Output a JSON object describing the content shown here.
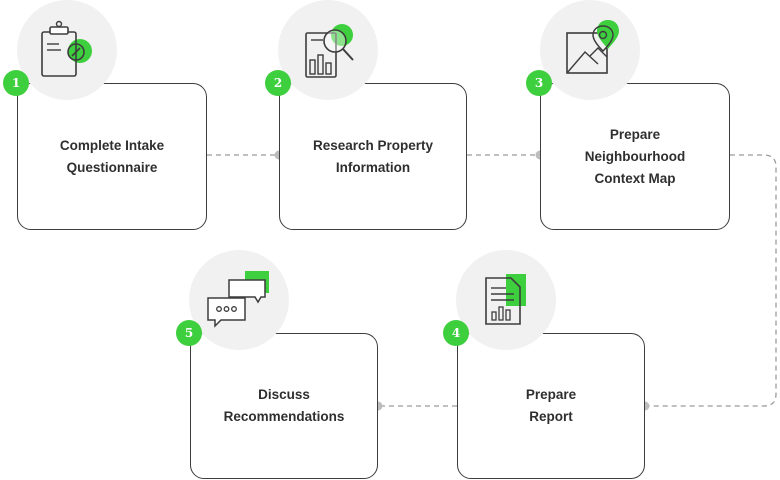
{
  "steps": [
    {
      "number": "1",
      "lines": [
        "Complete Intake",
        "Questionnaire"
      ],
      "icon": "clipboard-check-icon"
    },
    {
      "number": "2",
      "lines": [
        "Research Property",
        "Information"
      ],
      "icon": "chart-magnifier-icon"
    },
    {
      "number": "3",
      "lines": [
        "Prepare",
        "Neighbourhood",
        "Context Map"
      ],
      "icon": "map-pin-icon"
    },
    {
      "number": "4",
      "lines": [
        "Prepare",
        "Report"
      ],
      "icon": "report-document-icon"
    },
    {
      "number": "5",
      "lines": [
        "Discuss",
        "Recommendations"
      ],
      "icon": "chat-bubbles-icon"
    }
  ],
  "colors": {
    "accent": "#3ecf3e",
    "border": "#3d3d3d",
    "icon_bg": "#f1f1f1",
    "connector": "#9a9a9a"
  }
}
